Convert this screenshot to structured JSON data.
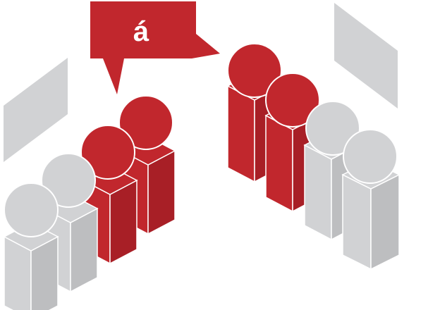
{
  "speech_bubble": {
    "text": "á"
  },
  "colors": {
    "highlight": "#C1272D",
    "highlight_side": "#A81F26",
    "neutral": "#D1D2D4",
    "neutral_side": "#BDBEC0",
    "bubble_text": "#FFFFFF",
    "outline": "#FFFFFF"
  },
  "groups": [
    {
      "name": "left-group",
      "figures": [
        {
          "color": "highlight"
        },
        {
          "color": "highlight"
        },
        {
          "color": "neutral"
        },
        {
          "color": "neutral"
        }
      ]
    },
    {
      "name": "right-group",
      "figures": [
        {
          "color": "highlight"
        },
        {
          "color": "highlight"
        },
        {
          "color": "neutral"
        },
        {
          "color": "neutral"
        }
      ]
    }
  ],
  "panels": [
    {
      "name": "left-wall-panel"
    },
    {
      "name": "right-wall-panel"
    }
  ]
}
